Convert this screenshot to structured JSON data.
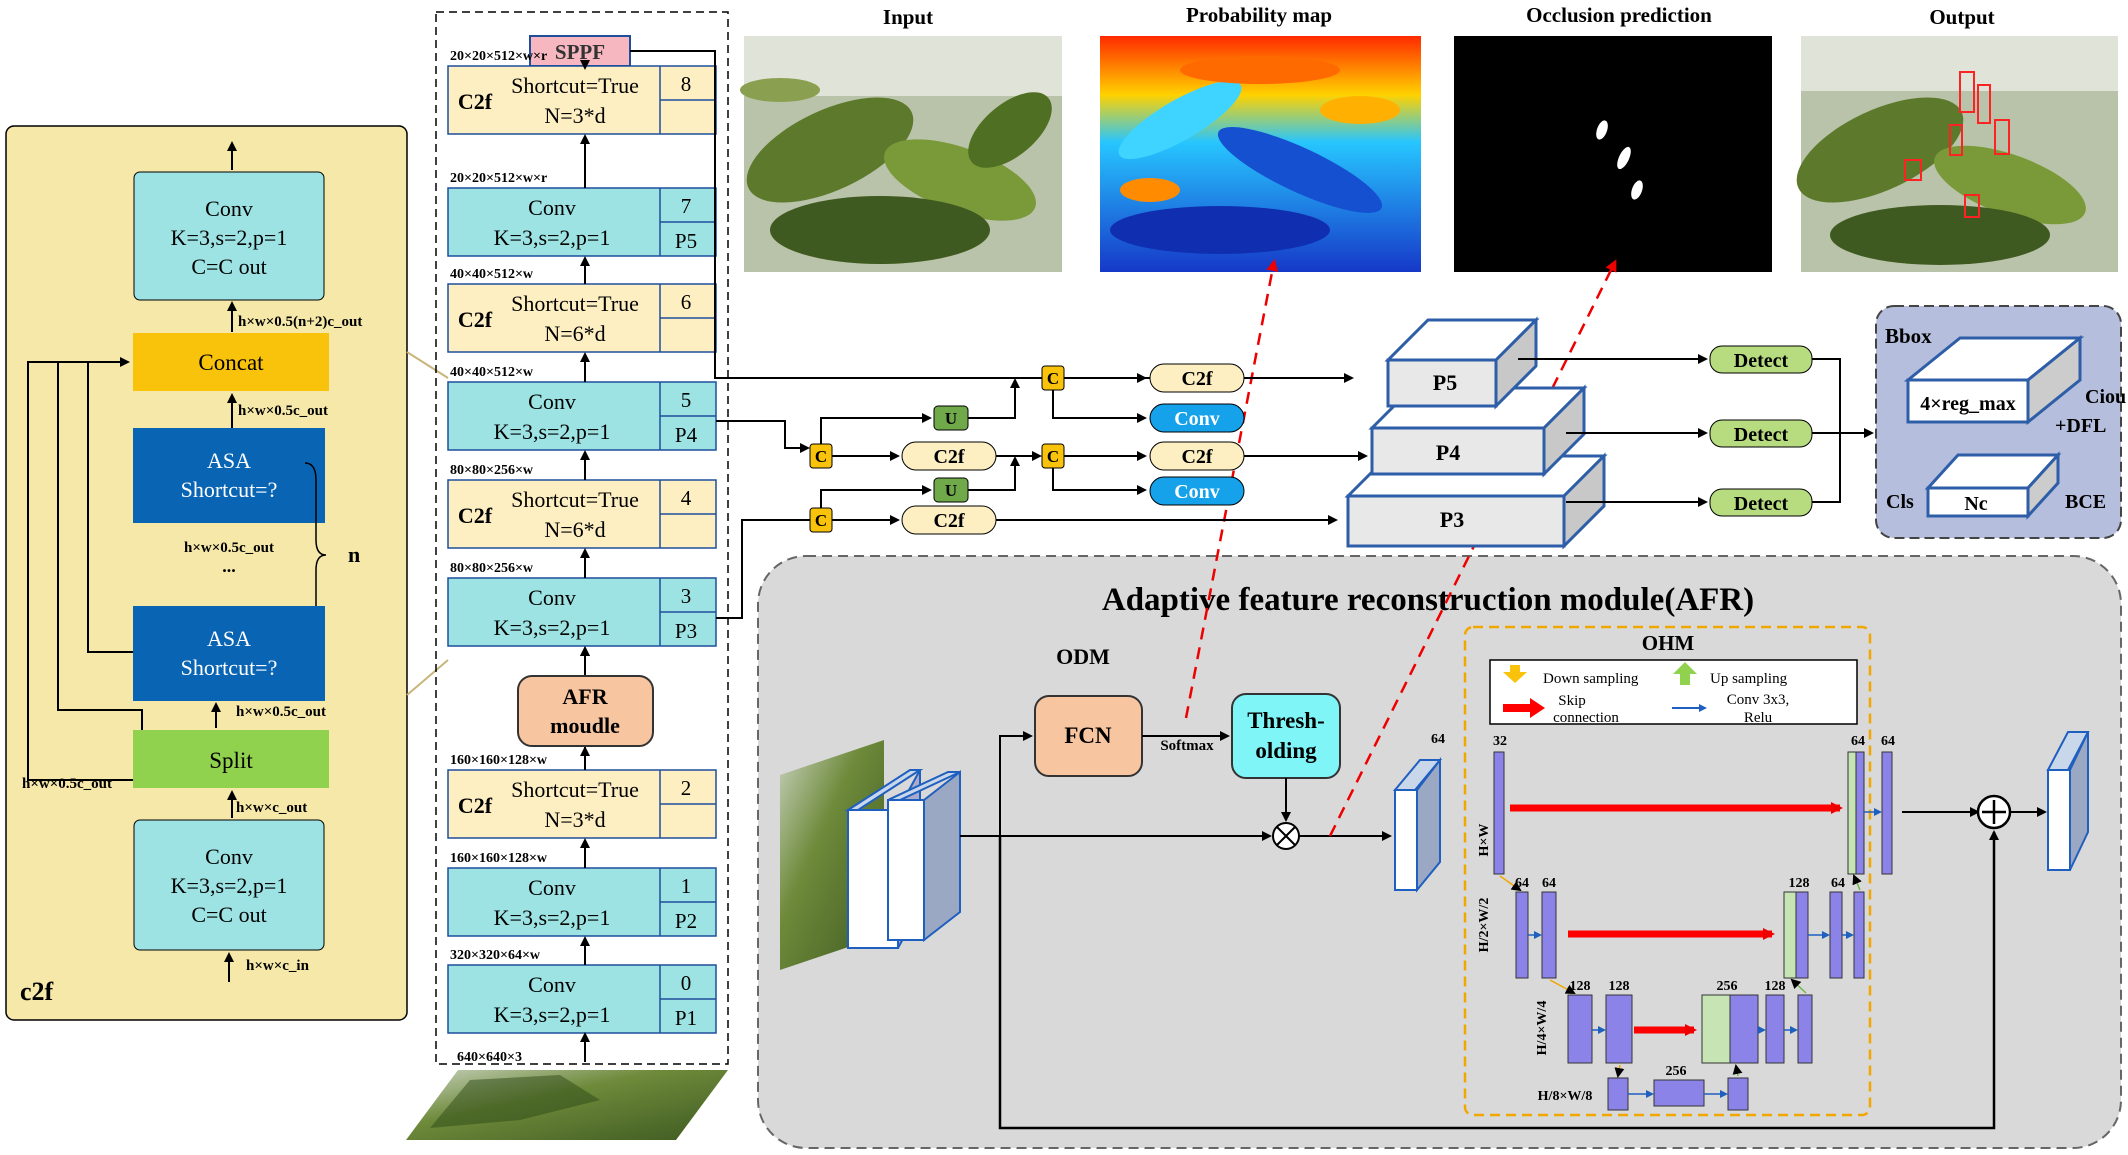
{
  "images": {
    "input_title": "Input",
    "prob_title": "Probability map",
    "occ_title": "Occlusion prediction",
    "output_title": "Output"
  },
  "c2f": {
    "title": "c2f",
    "conv_top": [
      "Conv",
      "K=3,s=2,p=1",
      "C=C  out"
    ],
    "concat": "Concat",
    "asa_top": [
      "ASA",
      "Shortcut=?"
    ],
    "dots_label": "h×w×0.5c_out",
    "dots": "...",
    "asa_bottom": [
      "ASA",
      "Shortcut=?"
    ],
    "n_label": "n",
    "split": "Split",
    "conv_bottom": [
      "Conv",
      "K=3,s=2,p=1",
      "C=C  out"
    ],
    "arrow_labels": {
      "top": "h×w×0.5(n+2)c_out",
      "concat_in": "h×w×0.5c_out",
      "split_out": "h×w×0.5c_out",
      "split_left": "h×w×0.5c_out",
      "conv_out": "h×w×c_out",
      "input": "h×w×c_in"
    }
  },
  "backbone": {
    "sppf": "SPPF",
    "afr": [
      "AFR",
      "moudle"
    ],
    "input_size": "640×640×3",
    "stack": [
      {
        "name": "C2f",
        "lines": [
          "Shortcut=True",
          "N=3*d"
        ],
        "idx": "8",
        "sub": "",
        "label": "20×20×512×w×r"
      },
      {
        "name": "Conv",
        "lines": [
          "K=3,s=2,p=1"
        ],
        "idx": "7",
        "sub": "P5",
        "label": "20×20×512×w×r"
      },
      {
        "name": "C2f",
        "lines": [
          "Shortcut=True",
          "N=6*d"
        ],
        "idx": "6",
        "sub": "",
        "label": "40×40×512×w"
      },
      {
        "name": "Conv",
        "lines": [
          "K=3,s=2,p=1"
        ],
        "idx": "5",
        "sub": "P4",
        "label": "40×40×512×w"
      },
      {
        "name": "C2f",
        "lines": [
          "Shortcut=True",
          "N=6*d"
        ],
        "idx": "4",
        "sub": "",
        "label": "80×80×256×w"
      },
      {
        "name": "Conv",
        "lines": [
          "K=3,s=2,p=1"
        ],
        "idx": "3",
        "sub": "P3",
        "label": "80×80×256×w"
      },
      {
        "name": "C2f",
        "lines": [
          "Shortcut=True",
          "N=3*d"
        ],
        "idx": "2",
        "sub": "",
        "label": "160×160×128×w"
      },
      {
        "name": "Conv",
        "lines": [
          "K=3,s=2,p=1"
        ],
        "idx": "1",
        "sub": "P2",
        "label": "160×160×128×w"
      },
      {
        "name": "Conv",
        "lines": [
          "K=3,s=2,p=1"
        ],
        "idx": "0",
        "sub": "P1",
        "label": "320×320×64×w"
      }
    ]
  },
  "neck": {
    "c": "C",
    "u": "U",
    "c2f": "C2f",
    "conv": "Conv",
    "detect": "Detect",
    "p5": "P5",
    "p4": "P4",
    "p3": "P3"
  },
  "head": {
    "bbox": "Bbox",
    "reg": "4×reg_max",
    "ciou": "Ciou",
    "dfl": "+DFL",
    "cls": "Cls",
    "nc": "Nc",
    "bce": "BCE"
  },
  "afr_module": {
    "title": "Adaptive feature reconstruction module(AFR)",
    "odm": "ODM",
    "fcn": "FCN",
    "softmax": "Softmax",
    "thresh": [
      "Thresh-",
      "olding"
    ],
    "ohm": "OHM",
    "legend": {
      "down": "Down  sampling",
      "skip": [
        "Skip",
        "connection"
      ],
      "up": "Up sampling",
      "conv": [
        "Conv 3x3,",
        "Relu"
      ]
    },
    "channels": {
      "c64_out": "64",
      "c32": "32",
      "c64a": "64",
      "c64b": "64",
      "c128a": "128",
      "c128b": "128",
      "c256": "256",
      "c256b": "256",
      "c128c": "128",
      "c128d": "128",
      "c64c": "64",
      "c64d": "64",
      "c64e": "64"
    },
    "dims": {
      "hw": "H×W",
      "hw2": "H/2×W/2",
      "hw4": "H/4×W/4",
      "hw8": "H/8×W/8"
    }
  },
  "colors": {
    "panel_yellow": "#f5e8a8",
    "conv_cyan": "#9de3e3",
    "c2f_cream": "#fdefc2",
    "concat_orange": "#f9c20b",
    "asa_blue": "#0a64b4",
    "split_green": "#90d14e",
    "sppf_pink": "#f6b7c0",
    "afr_orange": "#f7c59f",
    "grey_panel": "#d9d9d9",
    "head_panel": "#b5bfdd",
    "unet_purple": "#8c83e8",
    "unet_green": "#c6e4b4",
    "detect_green": "#b7dc7f",
    "skip_red": "#ff0000",
    "cube_blue": "#3d6fbf"
  }
}
